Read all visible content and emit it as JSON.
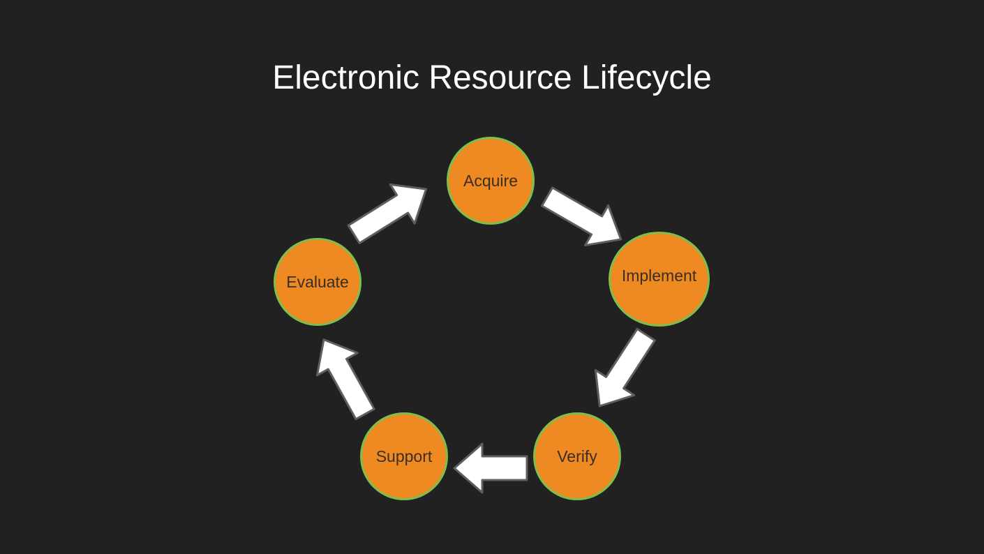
{
  "title": "Electronic Resource Lifecycle",
  "colors": {
    "background": "#212121",
    "node_fill": "#EE8A21",
    "node_border": "#7DBF4E",
    "arrow_fill": "#FFFFFF",
    "arrow_outline": "#5F5F5F",
    "title_text": "#FFFFFF"
  },
  "stages": [
    {
      "label": "Acquire"
    },
    {
      "label": "Implement"
    },
    {
      "label": "Verify"
    },
    {
      "label": "Support"
    },
    {
      "label": "Evaluate"
    }
  ]
}
